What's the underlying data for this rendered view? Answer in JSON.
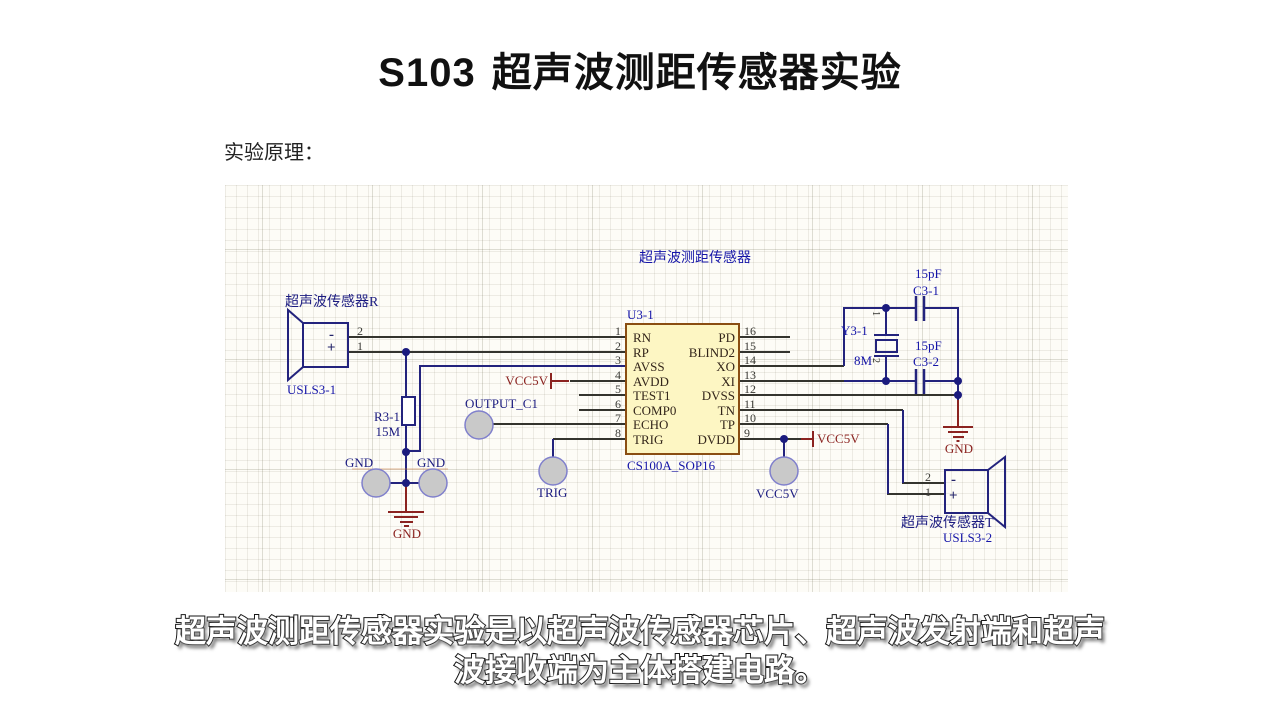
{
  "page": {
    "title_code": "S103",
    "title_main": "超声波测距传感器实验",
    "section_label": "实验原理：",
    "caption": {
      "line1": "超声波测距传感器实验是以超声波传感器芯片、超声波发射端和超声",
      "line2": "波接收端为主体搭建电路。"
    }
  },
  "schematic": {
    "title": "超声波测距传感器",
    "chip": {
      "designator": "U3-1",
      "part": "CS100A_SOP16",
      "left_pins": [
        {
          "num": "1",
          "name": "RN"
        },
        {
          "num": "2",
          "name": "RP"
        },
        {
          "num": "3",
          "name": "AVSS"
        },
        {
          "num": "4",
          "name": "AVDD"
        },
        {
          "num": "5",
          "name": "TEST1"
        },
        {
          "num": "6",
          "name": "COMP0"
        },
        {
          "num": "7",
          "name": "ECHO"
        },
        {
          "num": "8",
          "name": "TRIG"
        }
      ],
      "right_pins": [
        {
          "num": "16",
          "name": "PD"
        },
        {
          "num": "15",
          "name": "BLIND2"
        },
        {
          "num": "14",
          "name": "XO"
        },
        {
          "num": "13",
          "name": "XI"
        },
        {
          "num": "12",
          "name": "DVSS"
        },
        {
          "num": "11",
          "name": "TN"
        },
        {
          "num": "10",
          "name": "TP"
        },
        {
          "num": "9",
          "name": "DVDD"
        }
      ]
    },
    "sensor_r": {
      "label": "超声波传感器R",
      "part": "USLS3-1",
      "pin_top": "2",
      "pin_bottom": "1",
      "minus": "-",
      "plus": "+"
    },
    "sensor_t": {
      "label": "超声波传感器T",
      "part": "USLS3-2",
      "pin_top": "2",
      "pin_bottom": "1",
      "minus": "-",
      "plus": "+"
    },
    "resistor": {
      "designator": "R3-1",
      "value": "15M"
    },
    "crystal": {
      "designator": "Y3-1",
      "value": "8M",
      "pin1": "1",
      "pin2": "2"
    },
    "cap_top": {
      "value": "15pF",
      "designator": "C3-1"
    },
    "cap_bottom": {
      "value": "15pF",
      "designator": "C3-2"
    },
    "nets": {
      "gnd": "GND",
      "vcc": "VCC5V",
      "output": "OUTPUT_C1",
      "trig": "TRIG"
    }
  },
  "colors": {
    "chip_fill": "#fdf6c3",
    "chip_border": "#8a4e12",
    "wire_dark": "#34342e",
    "wire_blue": "#23237d",
    "power_red": "#8b2320",
    "label_blue": "#1515a8",
    "label_navy": "#1b1b80",
    "pad_fill": "#c9c9c9",
    "grid_bg": "#fdfcf7"
  }
}
